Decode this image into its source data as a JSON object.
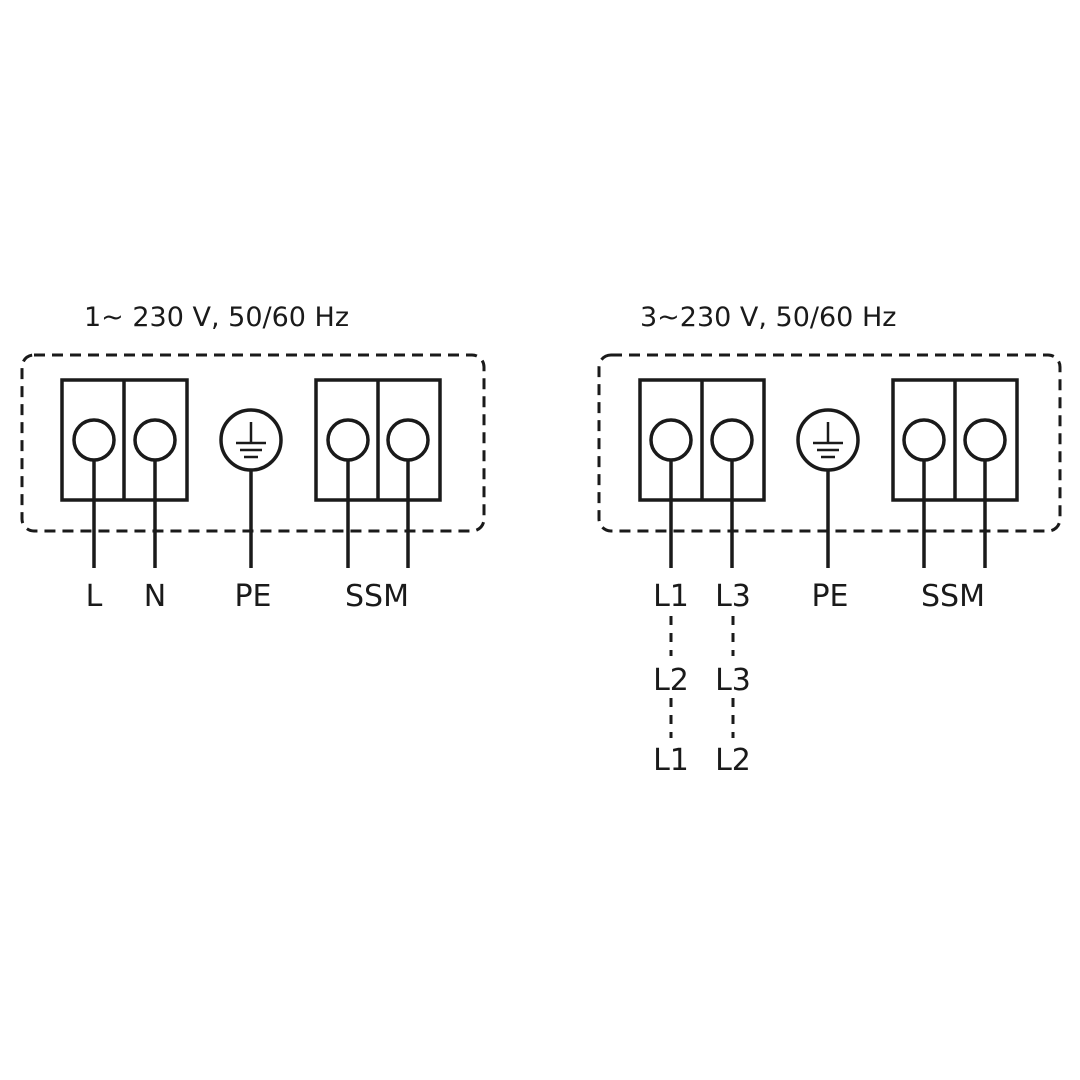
{
  "left_panel": {
    "title": "1~ 230 V, 50/60 Hz",
    "labels": {
      "l": "L",
      "n": "N",
      "pe": "PE",
      "ssm": "SSM"
    }
  },
  "right_panel": {
    "title": "3~230 V, 50/60 Hz",
    "labels": {
      "l1": "L1",
      "l3": "L3",
      "pe": "PE",
      "ssm": "SSM",
      "alt1_left": "L2",
      "alt1_right": "L3",
      "alt2_left": "L1",
      "alt2_right": "L2"
    }
  },
  "icons": [
    "ground-icon",
    "terminal-screw-icon"
  ]
}
